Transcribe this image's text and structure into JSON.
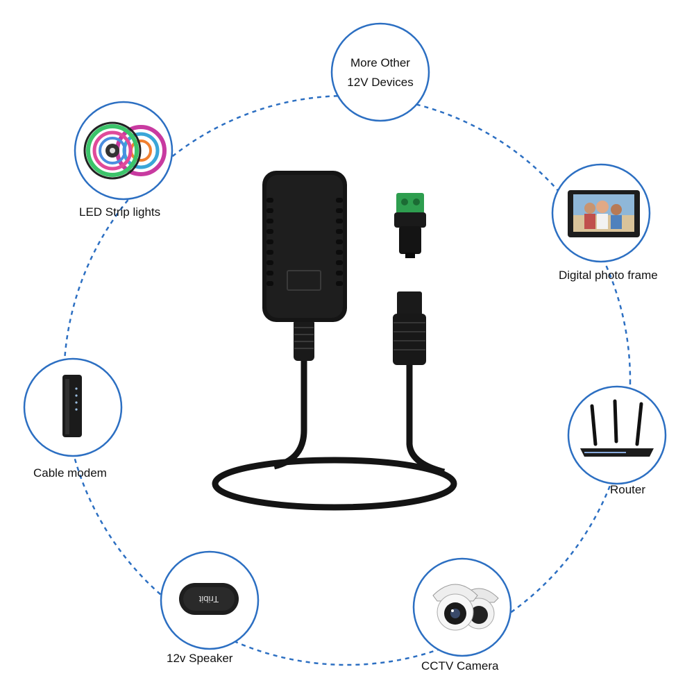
{
  "devices": [
    {
      "id": "more",
      "label": "More Other\n12V Devices",
      "icon": "more-devices-text"
    },
    {
      "id": "led",
      "label": "LED Strip lights",
      "icon": "led-strip-icon"
    },
    {
      "id": "frame",
      "label": "Digital photo frame",
      "icon": "photo-frame-icon"
    },
    {
      "id": "modem",
      "label": "Cable modem",
      "icon": "cable-modem-icon"
    },
    {
      "id": "router",
      "label": "Router",
      "icon": "router-icon"
    },
    {
      "id": "speaker",
      "label": "12v Speaker",
      "icon": "speaker-icon"
    },
    {
      "id": "cctv",
      "label": "CCTV Camera",
      "icon": "cctv-camera-icon"
    }
  ],
  "speaker_brand": "Tribit",
  "colors": {
    "ring": "#2c6fc2",
    "circle_border": "#2c6fc2",
    "adapter": "#111111"
  }
}
